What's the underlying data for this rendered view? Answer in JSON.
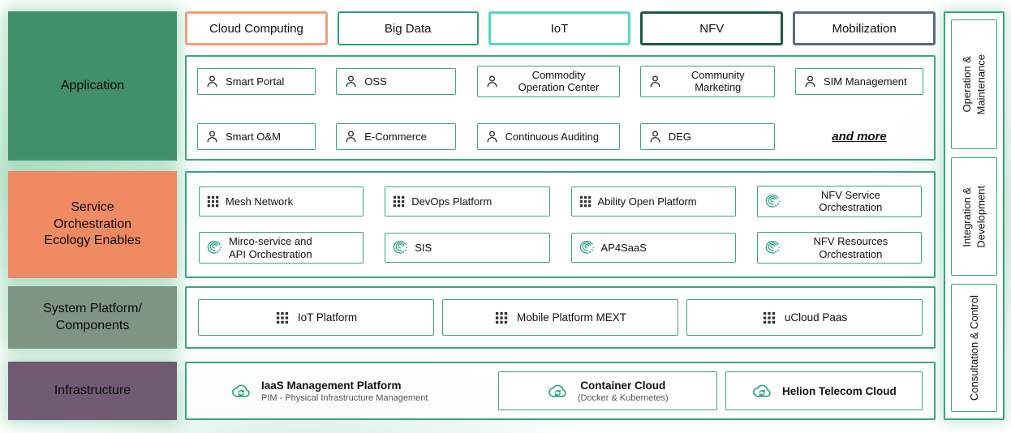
{
  "colors": {
    "accent": "#3aa57f",
    "icon": "#2aa482",
    "row-application": "#41906b",
    "row-orchestration": "#f08a63",
    "row-platform": "#7e9484",
    "row-infrastructure": "#715a74",
    "cat-cloud": "#f49d78",
    "cat-bigdata": "#2f9e78",
    "cat-iot": "#52d8c6",
    "cat-nfv": "#1d5a43",
    "cat-mobilization": "#5c6a7d"
  },
  "left_labels": {
    "application": "Application",
    "orchestration": "Service\nOrchestration\nEcology Enables",
    "platform": "System Platform/\nComponents",
    "infrastructure": "Infrastructure"
  },
  "top_categories": [
    {
      "label": "Cloud Computing"
    },
    {
      "label": "Big Data"
    },
    {
      "label": "IoT"
    },
    {
      "label": "NFV"
    },
    {
      "label": "Mobilization"
    }
  ],
  "application": {
    "row1": [
      "Smart Portal",
      "OSS",
      "Commodity\nOperation Center",
      "Community\nMarketing",
      "SIM Management"
    ],
    "row2": [
      "Smart O&M",
      "E-Commerce",
      "Continuous Auditing",
      "DEG"
    ],
    "more": "and more"
  },
  "orchestration": {
    "row1": [
      {
        "label": "Mesh Network",
        "icon": "grid-icon"
      },
      {
        "label": "DevOps Platform",
        "icon": "grid-icon"
      },
      {
        "label": "Ability Open Platform",
        "icon": "grid-icon"
      },
      {
        "label": "NFV Service\nOrchestration",
        "icon": "orchestration-swirl-icon"
      }
    ],
    "row2": [
      {
        "label": "Mirco-service and\nAPI Orchestration",
        "icon": "orchestration-swirl-icon"
      },
      {
        "label": "SIS",
        "icon": "orchestration-swirl-icon"
      },
      {
        "label": "AP4SaaS",
        "icon": "orchestration-swirl-icon"
      },
      {
        "label": "NFV Resources\nOrchestration",
        "icon": "orchestration-swirl-icon"
      }
    ]
  },
  "platform": {
    "items": [
      "IoT Platform",
      "Mobile Platform MEXT",
      "uCloud Paas"
    ]
  },
  "infrastructure": {
    "items": [
      {
        "title": "IaaS Management Platform",
        "subtitle": "PIM - Physical Infrastructure Management"
      },
      {
        "title": "Container Cloud",
        "subtitle": "(Docker & Kubernetes)"
      },
      {
        "title": "Helion Telecom Cloud",
        "subtitle": ""
      }
    ]
  },
  "right_column": [
    "Operation &\nMaintenance",
    "Integration &\nDevelopment",
    "Consultation & Control"
  ]
}
